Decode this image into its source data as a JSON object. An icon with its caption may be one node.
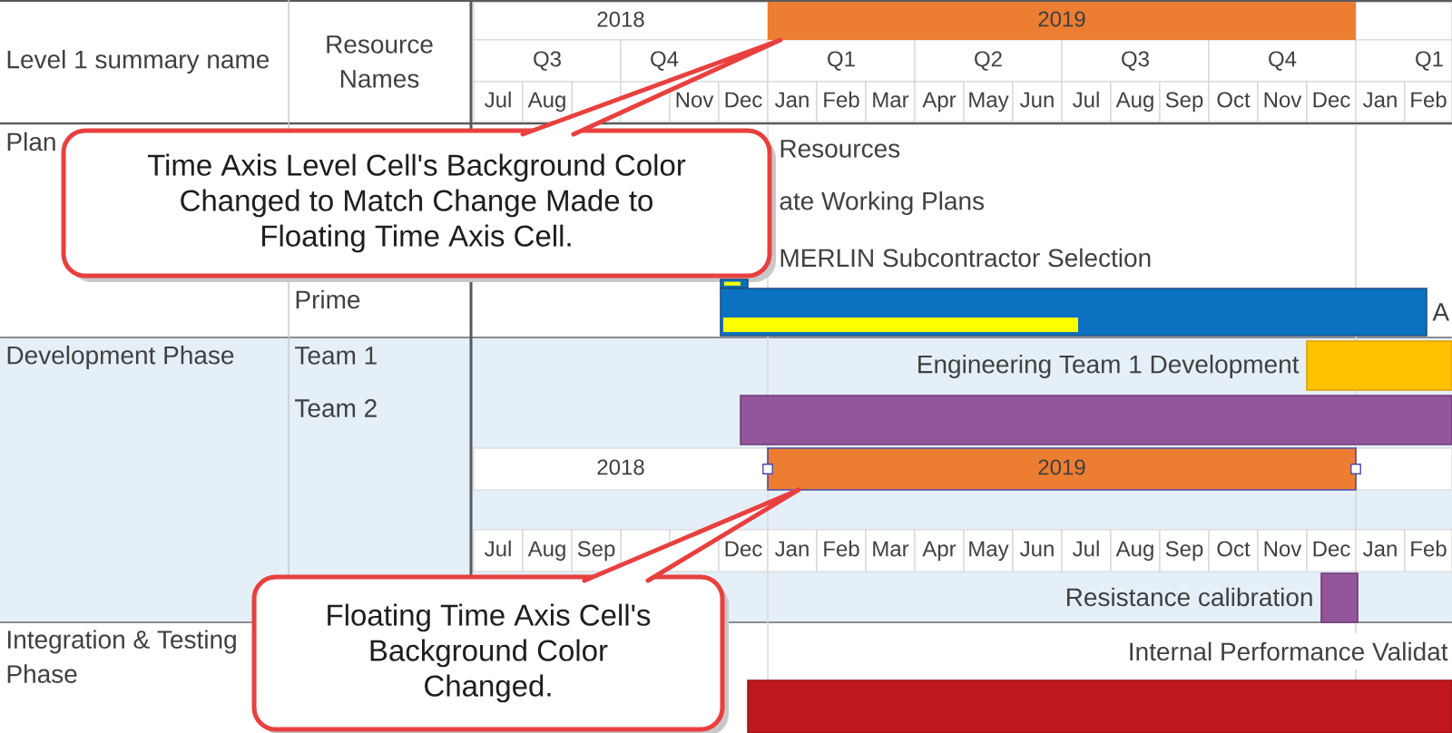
{
  "diagram": {
    "nodes": [
      {
        "text": [
          "2019"
        ]
      },
      {
        "text": [
          "Time Axis Level Cell's Background Color Changed to Match Change Made to Floating Time Axis Cell."
        ]
      },
      {
        "text": [],
        "shape": "bar"
      },
      {
        "text": [],
        "shape": "bar",
        "beside": [
          "A"
        ]
      },
      {
        "text": [],
        "shape": "bar",
        "beside": [
          "Engineering Team 1 Development"
        ]
      },
      {
        "text": [],
        "shape": "bar"
      },
      {
        "text": [
          "2019"
        ]
      },
      {
        "text": [],
        "shape": "bar",
        "beside": [
          "Resistance calibration"
        ]
      },
      {
        "text": [
          "Floating Time Axis Cell's Background Color Changed."
        ]
      },
      {
        "text": [],
        "shape": "bar"
      }
    ],
    "edges": [
      {
        "from": 1,
        "to": 0,
        "arrow": "none"
      },
      {
        "from": 8,
        "to": 6,
        "arrow": "none"
      }
    ],
    "labels": [
      "Level 1 summary name",
      "Resource Names",
      "2018",
      "Q3",
      "Q4",
      "Q1",
      "Q2",
      "Q3",
      "Q4",
      "Q1",
      "Jul",
      "Aug",
      "Nov",
      "Dec",
      "Jan",
      "Feb",
      "Mar",
      "Apr",
      "May",
      "Jun",
      "Jul",
      "Aug",
      "Sep",
      "Oct",
      "Nov",
      "Dec",
      "Jan",
      "Feb",
      "Plan",
      "Resources",
      "ate Working Plans",
      "MERLIN Subcontractor Selection",
      "Prime",
      "Development Phase",
      "Team 1",
      "Team 2",
      "2018",
      "Jul",
      "Aug",
      "Sep",
      "Dec",
      "Jan",
      "Feb",
      "Mar",
      "Apr",
      "May",
      "Jun",
      "Jul",
      "Aug",
      "Sep",
      "Oct",
      "Nov",
      "Dec",
      "Jan",
      "Feb",
      "Integration & Testing Phase",
      "Internal Performance Validat"
    ]
  }
}
